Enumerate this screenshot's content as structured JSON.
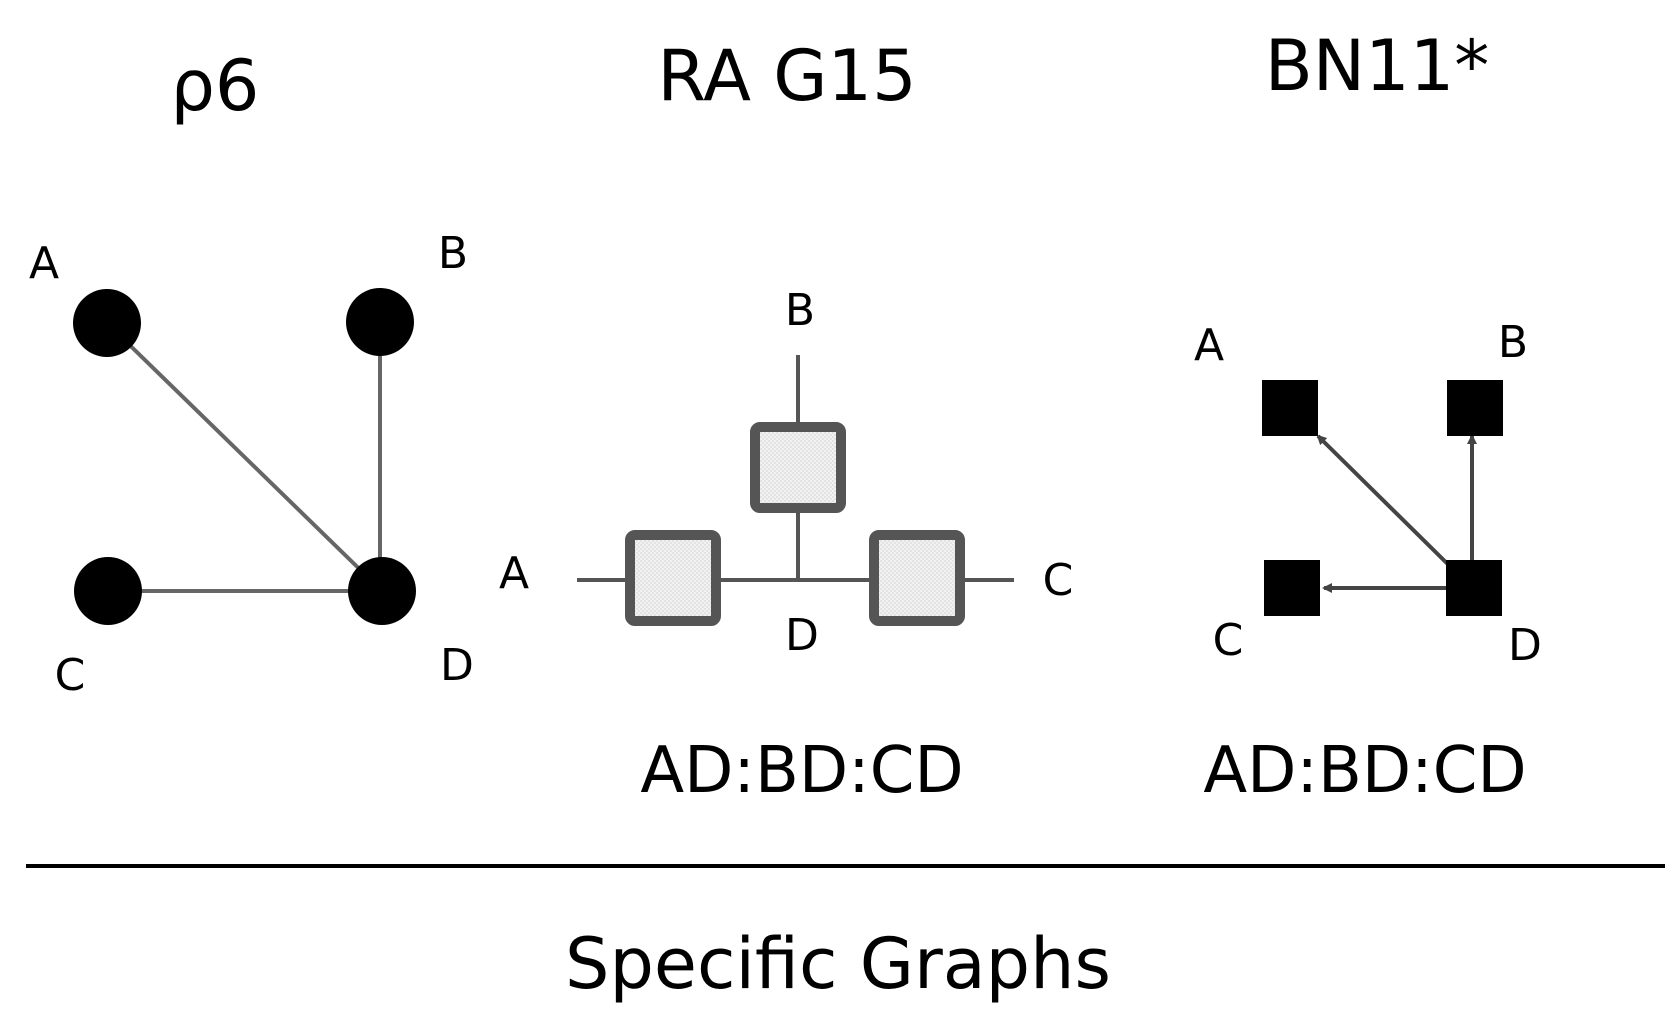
{
  "panels": [
    {
      "title": "ρ6",
      "nodes": {
        "A": "A",
        "B": "B",
        "C": "C",
        "D": "D"
      },
      "model": ""
    },
    {
      "title": "RA G15",
      "nodes": {
        "A": "A",
        "B": "B",
        "C": "C",
        "D": "D"
      },
      "model": "AD:BD:CD"
    },
    {
      "title": "BN11*",
      "nodes": {
        "A": "A",
        "B": "B",
        "C": "C",
        "D": "D"
      },
      "model": "AD:BD:CD"
    }
  ],
  "footer": "Specific Graphs",
  "colors": {
    "node": "#000000",
    "edge": "#555555",
    "factor_fill": "#e8e8e8",
    "factor_border": "#555555"
  }
}
